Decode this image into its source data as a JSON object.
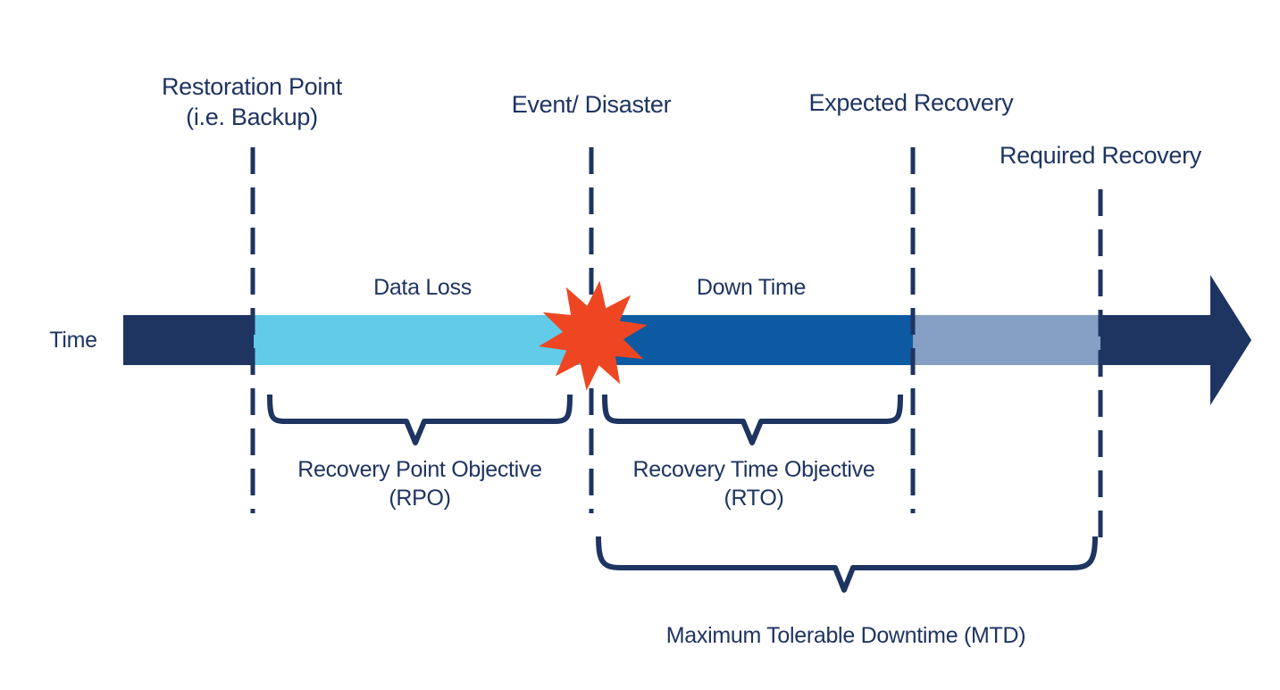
{
  "title": "Recovery Point, Recovery Time and Maximum Tolerable Downtime timeline",
  "colors": {
    "navy": "#1E3461",
    "data_loss": "#62CBE7",
    "down_time": "#0D5AA2",
    "recovery_gap": "#869FC4",
    "disaster": "#EE4623"
  },
  "axis": {
    "label": "Time",
    "direction": "left-to-right"
  },
  "milestones": [
    {
      "id": "restoration-point",
      "line1": "Restoration Point",
      "line2": "(i.e. Backup)"
    },
    {
      "id": "event-disaster",
      "line1": "Event/ Disaster",
      "line2": ""
    },
    {
      "id": "expected-recovery",
      "line1": "Expected Recovery",
      "line2": ""
    },
    {
      "id": "required-recovery",
      "line1": "Required Recovery",
      "line2": ""
    }
  ],
  "segments": [
    {
      "id": "data-loss",
      "label": "Data Loss",
      "from": "restoration-point",
      "to": "event-disaster"
    },
    {
      "id": "down-time",
      "label": "Down Time",
      "from": "event-disaster",
      "to": "expected-recovery"
    },
    {
      "id": "recovery-margin",
      "label": "",
      "from": "expected-recovery",
      "to": "required-recovery"
    }
  ],
  "braces": [
    {
      "id": "rpo",
      "line1": "Recovery Point Objective",
      "line2": "(RPO)",
      "from": "restoration-point",
      "to": "event-disaster"
    },
    {
      "id": "rto",
      "line1": "Recovery Time Objective",
      "line2": "(RTO)",
      "from": "event-disaster",
      "to": "expected-recovery"
    },
    {
      "id": "mtd",
      "line1": "Maximum Tolerable Downtime (MTD)",
      "line2": "",
      "from": "event-disaster",
      "to": "required-recovery"
    }
  ],
  "disaster_marker": {
    "icon": "starburst-icon",
    "at": "event-disaster"
  }
}
